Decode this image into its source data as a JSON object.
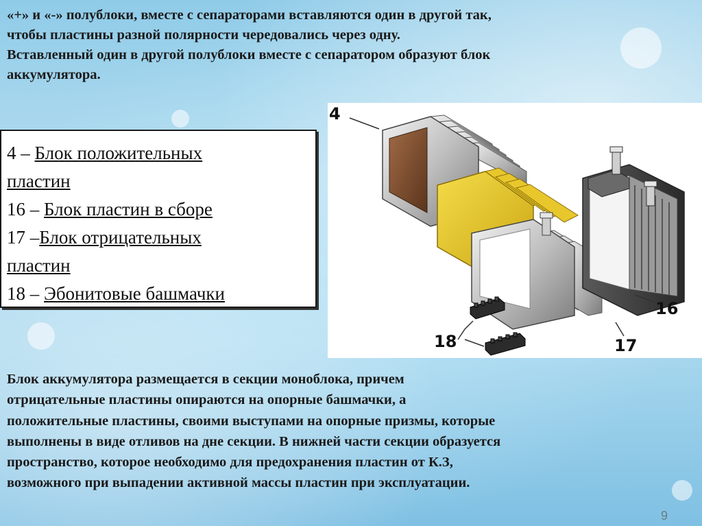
{
  "intro_text": "«+» и «-» полублоки,  вместе с сепараторами вставляются один в другой так,\nчтобы пластины разной полярности чередовались через одну.\nВставленный один в другой полублоки вместе с сепаратором образуют блок\nаккумулятора.",
  "legend": [
    {
      "prefix": "4 – ",
      "term": "Блок положительных",
      "rest": ""
    },
    {
      "prefix": "",
      "term": "пластин",
      "rest": ""
    },
    {
      "prefix": "16 – ",
      "term": "Блок пластин в сборе",
      "rest": ""
    },
    {
      "prefix": "17 –",
      "term": "Блок отрицательных",
      "rest": ""
    },
    {
      "prefix": "",
      "term": "пластин",
      "rest": ""
    },
    {
      "prefix": "18 – ",
      "term": "Эбонитовые башмачки",
      "rest": ""
    }
  ],
  "figure_labels": {
    "l4": "4",
    "l16": "16",
    "l17": "17",
    "l18": "18"
  },
  "bottom_text": "Блок аккумулятора размещается в секции моноблока, причем\nотрицательные пластины опираются на опорные башмачки, а\nположительные пластины, своими выступами на опорные призмы, которые\nвыполнены в виде отливов на дне секции. В нижней части секции образуется\nпространство, которое необходимо для предохранения пластин от К.З,\nвозможного при выпадении активной массы пластин при эксплуатации.",
  "page_number": "9",
  "colors": {
    "text": "#1a1a1a",
    "separator": "#e6c21e",
    "plate_brown": "#7a4a2a"
  }
}
